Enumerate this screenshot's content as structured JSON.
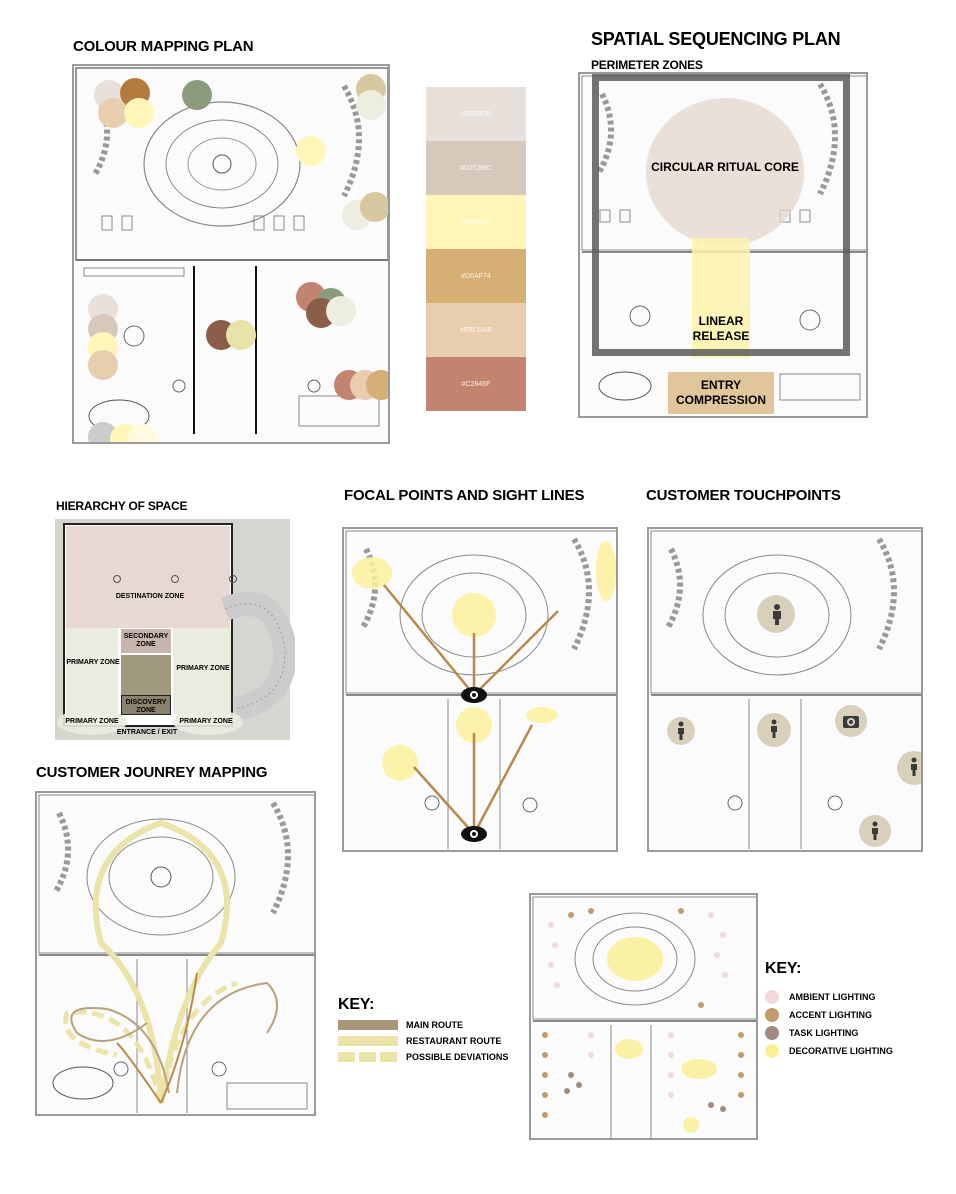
{
  "colour_mapping": {
    "title": "COLOUR MAPPING PLAN",
    "palette": [
      {
        "hex": "#E8E0DB",
        "color": "#E8E0DB"
      },
      {
        "hex": "#D7C8BC",
        "color": "#D7C8BC"
      },
      {
        "hex": "#FFF6B8",
        "color": "#FFF6B8"
      },
      {
        "hex": "#D6AF74",
        "color": "#D6AF74"
      },
      {
        "hex": "#E8CDAE",
        "color": "#E8CDAE"
      },
      {
        "hex": "#C2846F",
        "color": "#C2846F"
      }
    ]
  },
  "spatial_sequencing": {
    "title": "SPATIAL SEQUENCING PLAN",
    "subtitle": "PERIMETER ZONES",
    "zones": {
      "core": "CIRCULAR RITUAL CORE",
      "linear": "LINEAR RELEASE",
      "entry": "ENTRY COMPRESSION"
    }
  },
  "hierarchy": {
    "title": "HIERARCHY OF SPACE",
    "zones": {
      "destination": "DESTINATION ZONE",
      "secondary": "SECONDARY ZONE",
      "primary_left": "PRIMARY ZONE",
      "primary_right": "PRIMARY ZONE",
      "discovery": "DISCOVERY ZONE",
      "primary_bottom_left": "PRIMARY ZONE",
      "primary_bottom_right": "PRIMARY ZONE",
      "entrance": "ENTRANCE / EXIT"
    }
  },
  "focal_points": {
    "title": "FOCAL POINTS AND SIGHT LINES"
  },
  "touchpoints": {
    "title": "CUSTOMER TOUCHPOINTS"
  },
  "journey": {
    "title": "CUSTOMER JOUNREY MAPPING",
    "key_title": "KEY:",
    "key": [
      {
        "label": "MAIN ROUTE",
        "color": "#a89578"
      },
      {
        "label": "RESTAURANT ROUTE",
        "color": "#ece3a8"
      },
      {
        "label": "POSSIBLE DEVIATIONS",
        "color": "#ece3a8"
      }
    ]
  },
  "lighting": {
    "key_title": "KEY:",
    "key": [
      {
        "label": "AMBIENT LIGHTING",
        "color": "#f1d9dc"
      },
      {
        "label": "ACCENT LIGHTING",
        "color": "#c49a6c"
      },
      {
        "label": "TASK LIGHTING",
        "color": "#a08a80"
      },
      {
        "label": "DECORATIVE LIGHTING",
        "color": "#fbf09a"
      }
    ]
  }
}
